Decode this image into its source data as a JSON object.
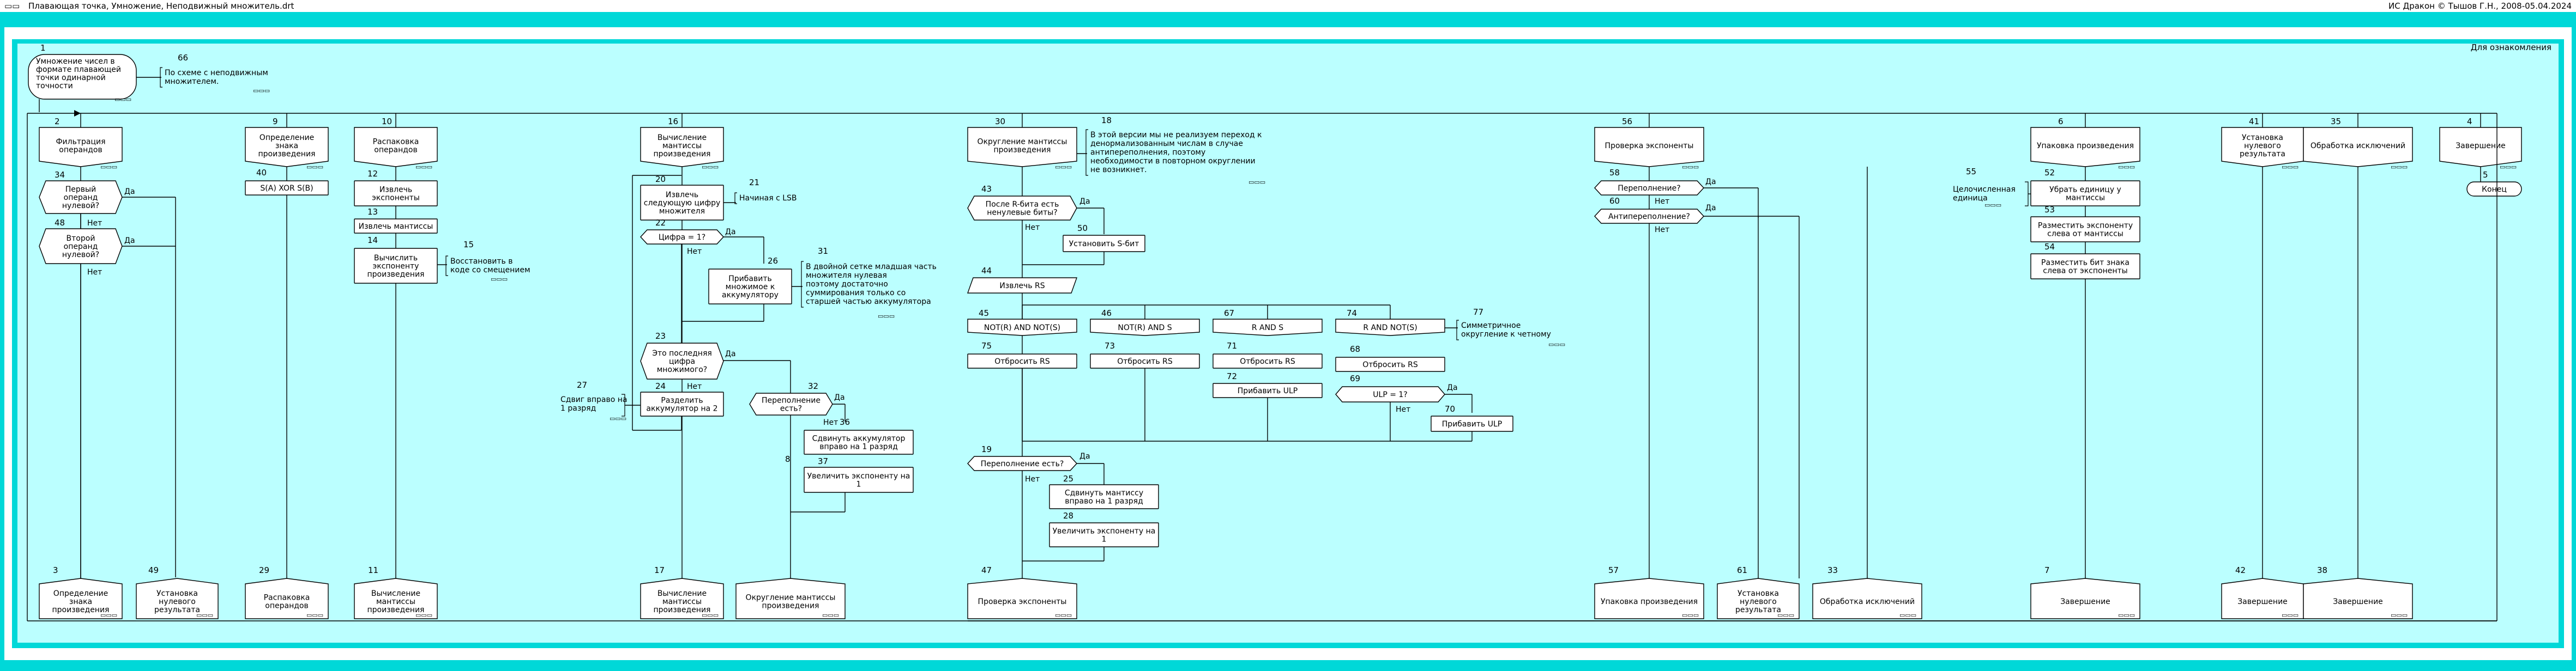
{
  "window": {
    "icon": "▭▭",
    "title": "Плавающая точка, Умножение, Неподвижный множитель.drt",
    "copyright": "ИС Дракон © Тышов Г.Н., 2008-05.04.2024"
  },
  "header": {
    "toolbar_icons": "▭▭▭",
    "page_number": "1",
    "mode_label": "Для ознакомления",
    "inner_mode_label": "Для ознакомления"
  },
  "labels": {
    "yes": "Да",
    "no": "Нет",
    "small": "▭▭▭"
  },
  "title_icon": {
    "num": "1",
    "text": [
      "Умножение чисел в",
      "формате плавающей",
      "точки одинарной",
      "точности"
    ]
  },
  "header_comment": {
    "num": "66",
    "text": [
      "По схеме с неподвижным",
      "множителем."
    ]
  },
  "columns": [
    {
      "id": "c1",
      "num": "2",
      "title": [
        "Фильтрация",
        "операндов"
      ],
      "end_num": "3",
      "end": [
        "Определение",
        "знака",
        "произведения"
      ]
    },
    {
      "id": "c2",
      "num": "9",
      "title": [
        "Определение",
        "знака",
        "произведения"
      ],
      "end_num": "29",
      "end": [
        "Распаковка",
        "операндов"
      ]
    },
    {
      "id": "c3",
      "num": "10",
      "title": [
        "Распаковка",
        "операндов"
      ],
      "end_num": "11",
      "end": [
        "Вычисление",
        "мантиссы",
        "произведения"
      ]
    },
    {
      "id": "c4",
      "num": "16",
      "title": [
        "Вычисление",
        "мантиссы",
        "произведения"
      ],
      "end_num": "17",
      "end": [
        "Вычисление",
        "мантиссы",
        "произведения"
      ]
    },
    {
      "id": "c5",
      "num": "30",
      "title": [
        "Округление мантиссы",
        "произведения"
      ],
      "end_num": "47",
      "end": [
        "Проверка экспоненты"
      ]
    },
    {
      "id": "c6",
      "num": "56",
      "title": [
        "Проверка экспоненты"
      ],
      "end_num": "57",
      "end": [
        "Упаковка произведения"
      ]
    },
    {
      "id": "c7",
      "num": "6",
      "title": [
        "Упаковка произведения"
      ],
      "end_num": "7",
      "end": [
        "Завершение"
      ]
    },
    {
      "id": "c8",
      "num": "41",
      "title": [
        "Установка",
        "нулевого",
        "результата"
      ],
      "end_num": "42",
      "end": [
        "Завершение"
      ]
    },
    {
      "id": "c9",
      "num": "35",
      "title": [
        "Обработка исключений"
      ],
      "end_num": "38",
      "end": [
        "Завершение"
      ]
    },
    {
      "id": "c10",
      "num": "4",
      "title": [
        "Завершение"
      ]
    }
  ],
  "extra_ends": [
    {
      "num": "49",
      "text": [
        "Установка",
        "нулевого",
        "результата"
      ]
    },
    {
      "num": "8",
      "text": [
        "Округление мантиссы",
        "произведения"
      ]
    },
    {
      "num": "61",
      "text": [
        "Установка",
        "нулевого",
        "результата"
      ]
    },
    {
      "num": "33",
      "text": [
        "Обработка исключений"
      ]
    }
  ],
  "nodes": {
    "n34": {
      "num": "34",
      "text": [
        "Первый",
        "операнд",
        "нулевой?"
      ]
    },
    "n48": {
      "num": "48",
      "text": [
        "Второй",
        "операнд",
        "нулевой?"
      ]
    },
    "n40": {
      "num": "40",
      "text": [
        "S(A) XOR S(B)"
      ]
    },
    "n12": {
      "num": "12",
      "text": [
        "Извлечь",
        "экспоненты"
      ]
    },
    "n13": {
      "num": "13",
      "text": [
        "Извлечь мантиссы"
      ]
    },
    "n14": {
      "num": "14",
      "text": [
        "Вычислить",
        "экспоненту",
        "произведения"
      ]
    },
    "n15": {
      "num": "15",
      "text": [
        "Восстановить в",
        "коде со смещением"
      ]
    },
    "n20": {
      "num": "20",
      "text": [
        "Извлечь",
        "следующую цифру",
        "множителя"
      ]
    },
    "n21": {
      "num": "21",
      "text": [
        "Начиная с LSB"
      ]
    },
    "n22": {
      "num": "22",
      "text": [
        "Цифра = 1?"
      ]
    },
    "n26": {
      "num": "26",
      "text": [
        "Прибавить",
        "множимое к",
        "аккумулятору"
      ]
    },
    "n31": {
      "num": "31",
      "text": [
        "В двойной сетке младшая часть",
        "множителя нулевая",
        "поэтому достаточно",
        "суммирования только со",
        "старшей частью аккумулятора"
      ]
    },
    "n23": {
      "num": "23",
      "text": [
        "Это последняя",
        "цифра",
        "множимого?"
      ]
    },
    "n24": {
      "num": "24",
      "text": [
        "Разделить",
        "аккумулятор на 2"
      ]
    },
    "n27": {
      "num": "27",
      "text": [
        "Сдвиг вправо на",
        "1 разряд"
      ]
    },
    "n32": {
      "num": "32",
      "text": [
        "Переполнение",
        "есть?"
      ]
    },
    "n36": {
      "num": "36",
      "text": [
        "Сдвинуть аккумулятор",
        "вправо на 1 разряд"
      ]
    },
    "n37": {
      "num": "37",
      "text": [
        "Увеличить экспоненту на",
        "1"
      ]
    },
    "n18": {
      "num": "18",
      "text": [
        "В этой версии мы не реализуем переход к",
        "денормализованным числам в случае",
        "антипереполнения, поэтому",
        "необходимости в повторном округлении",
        "не возникнет."
      ]
    },
    "n43": {
      "num": "43",
      "text": [
        "После R-бита есть",
        "ненулевые биты?"
      ]
    },
    "n50": {
      "num": "50",
      "text": [
        "Установить S-бит"
      ]
    },
    "n44": {
      "num": "44",
      "text": [
        "Извлечь RS"
      ]
    },
    "n45": {
      "num": "45",
      "text": [
        "NOT(R) AND NOT(S)"
      ]
    },
    "n46": {
      "num": "46",
      "text": [
        "NOT(R) AND S"
      ]
    },
    "n67": {
      "num": "67",
      "text": [
        "R AND S"
      ]
    },
    "n74": {
      "num": "74",
      "text": [
        "R AND NOT(S)"
      ]
    },
    "n77": {
      "num": "77",
      "text": [
        "Симметричное",
        "округление к четному"
      ]
    },
    "n75": {
      "num": "75",
      "text": [
        "Отбросить RS"
      ]
    },
    "n73": {
      "num": "73",
      "text": [
        "Отбросить RS"
      ]
    },
    "n71": {
      "num": "71",
      "text": [
        "Отбросить RS"
      ]
    },
    "n72": {
      "num": "72",
      "text": [
        "Прибавить ULP"
      ]
    },
    "n68": {
      "num": "68",
      "text": [
        "Отбросить RS"
      ]
    },
    "n69": {
      "num": "69",
      "text": [
        "ULP = 1?"
      ]
    },
    "n70": {
      "num": "70",
      "text": [
        "Прибавить ULP"
      ]
    },
    "n19": {
      "num": "19",
      "text": [
        "Переполнение есть?"
      ]
    },
    "n25": {
      "num": "25",
      "text": [
        "Сдвинуть мантиссу",
        "вправо на 1 разряд"
      ]
    },
    "n28": {
      "num": "28",
      "text": [
        "Увеличить экспоненту на",
        "1"
      ]
    },
    "n58": {
      "num": "58",
      "text": [
        "Переполнение?"
      ]
    },
    "n60": {
      "num": "60",
      "text": [
        "Антипереполнение?"
      ]
    },
    "n55": {
      "num": "55",
      "text": [
        "Целочисленная",
        "единица"
      ]
    },
    "n52": {
      "num": "52",
      "text": [
        "Убрать единицу у",
        "мантиссы"
      ]
    },
    "n53": {
      "num": "53",
      "text": [
        "Разместить экспоненту",
        "слева от мантиссы"
      ]
    },
    "n54": {
      "num": "54",
      "text": [
        "Разместить бит знака",
        "слева от экспоненты"
      ]
    },
    "n5": {
      "num": "5",
      "text": [
        "Конец"
      ]
    }
  }
}
